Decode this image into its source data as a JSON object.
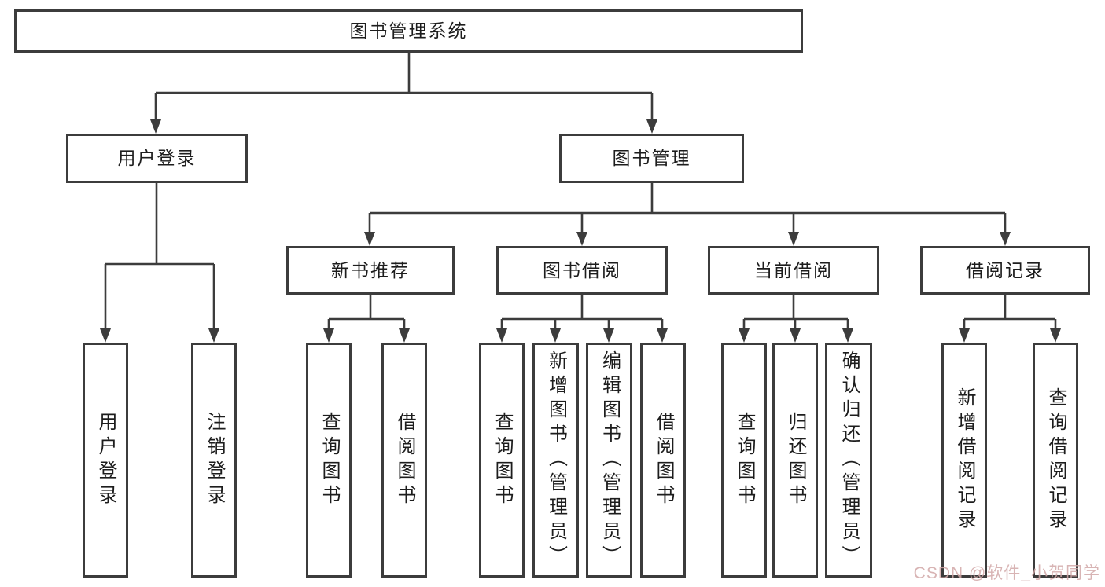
{
  "diagram_type": "hierarchy-tree",
  "tree": {
    "label": "图书管理系统",
    "children": [
      {
        "label": "用户登录",
        "children": [
          {
            "label": "用户登录"
          },
          {
            "label": "注销登录"
          }
        ]
      },
      {
        "label": "图书管理",
        "children": [
          {
            "label": "新书推荐",
            "children": [
              {
                "label": "查询图书"
              },
              {
                "label": "借阅图书"
              }
            ]
          },
          {
            "label": "图书借阅",
            "children": [
              {
                "label": "查询图书"
              },
              {
                "label": "新增图书（管理员）"
              },
              {
                "label": "编辑图书（管理员）"
              },
              {
                "label": "借阅图书"
              }
            ]
          },
          {
            "label": "当前借阅",
            "children": [
              {
                "label": "查询图书"
              },
              {
                "label": "归还图书"
              },
              {
                "label": "确认归还（管理员）"
              }
            ]
          },
          {
            "label": "借阅记录",
            "children": [
              {
                "label": "新增借阅记录"
              },
              {
                "label": "查询借阅记录"
              }
            ]
          }
        ]
      }
    ]
  },
  "watermark": {
    "text": "CSDN @软件_小贺同学"
  },
  "colors": {
    "line": "#3c3c3c",
    "border": "#3c3c3c",
    "text": "#1d1d1d",
    "background": "#ffffff",
    "watermark": "#d2a8a8"
  }
}
